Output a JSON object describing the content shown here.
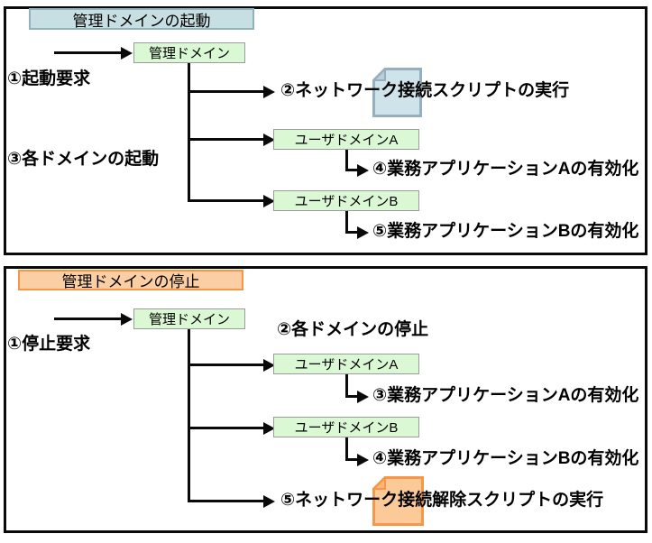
{
  "colors": {
    "line": "#0a0a0a",
    "panel_border": "#0a0a0a",
    "green_box_fill": "#daf8d4",
    "green_box_border": "#9c9c9c",
    "start_header_fill": "#c7dfe2",
    "start_header_border": "#8fb3b9",
    "stop_header_fill": "#fbcfa3",
    "stop_header_border": "#f79646",
    "doc_blue_fill": "#cfe3ea",
    "doc_blue_fold": "#b7cfd9",
    "doc_blue_border": "#95afc0",
    "doc_orange_fill": "#fcc998",
    "doc_orange_fold": "#f8b77c",
    "doc_orange_border": "#f79646"
  },
  "start_panel": {
    "title": "管理ドメインの起動",
    "management_domain": "管理ドメイン",
    "request": "①起動要求",
    "network_script": "②ネットワーク接続スクリプトの実行",
    "domains_action": "③各ドメインの起動",
    "user_domain_a": "ユーザドメインA",
    "app_a": "④業務アプリケーションAの有効化",
    "user_domain_b": "ユーザドメインB",
    "app_b": "⑤業務アプリケーションBの有効化"
  },
  "stop_panel": {
    "title": "管理ドメインの停止",
    "management_domain": "管理ドメイン",
    "request": "①停止要求",
    "domains_action": "②各ドメインの停止",
    "user_domain_a": "ユーザドメインA",
    "app_a": "③業務アプリケーションAの有効化",
    "user_domain_b": "ユーザドメインB",
    "app_b": "④業務アプリケーションBの有効化",
    "network_script": "⑤ネットワーク接続解除スクリプトの実行"
  }
}
